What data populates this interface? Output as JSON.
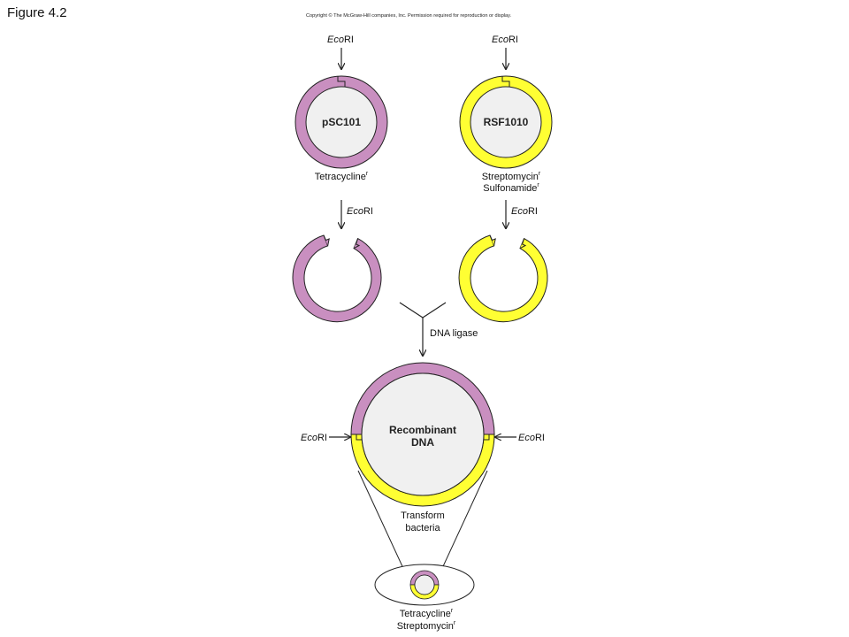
{
  "figure_label": "Figure 4.2",
  "copyright": "Copyright © The McGraw-Hill companies, Inc. Permission required for reproduction or display.",
  "colors": {
    "purple": "#c98fc0",
    "yellow": "#ffff33",
    "inner": "#f0f0f0",
    "stroke": "#222222"
  },
  "enzyme": {
    "italic": "Eco",
    "plain": "RI"
  },
  "plasmid_left": {
    "name": "pSC101",
    "marker": "Tetracycline",
    "sup": "r"
  },
  "plasmid_right": {
    "name": "RSF1010",
    "marker1": "Streptomycin",
    "marker2": "Sulfonamide",
    "sup": "r"
  },
  "ligase": "DNA ligase",
  "recombinant": {
    "line1": "Recombinant",
    "line2": "DNA"
  },
  "transform": {
    "line1": "Transform",
    "line2": "bacteria"
  },
  "result": {
    "marker1": "Tetracycline",
    "marker2": "Streptomycin",
    "sup": "r"
  }
}
